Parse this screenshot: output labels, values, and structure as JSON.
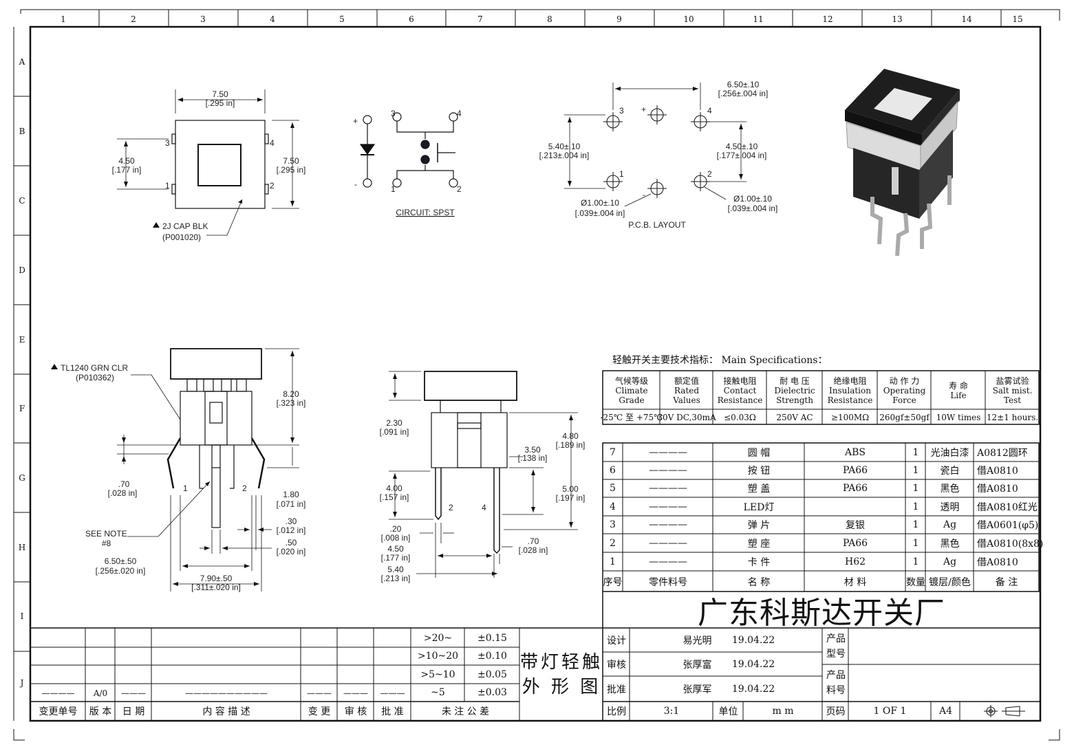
{
  "zones": {
    "columns": [
      "1",
      "2",
      "3",
      "4",
      "5",
      "6",
      "7",
      "8",
      "9",
      "10",
      "11",
      "12",
      "13",
      "14",
      "15"
    ],
    "rows": [
      "A",
      "B",
      "C",
      "D",
      "E",
      "F",
      "G",
      "H",
      "I",
      "J"
    ]
  },
  "top_view": {
    "width_mm": "7.50",
    "width_in": "[.295 in]",
    "height_mm": "7.50",
    "height_in": "[.295 in]",
    "pitch_mm": "4.50",
    "pitch_in": "[.177 in]",
    "pin3": "3",
    "pin4": "4",
    "pin1": "1",
    "pin2": "2",
    "cap_label": "2J CAP BLK",
    "cap_code": "(P001020)"
  },
  "circuit": {
    "plus": "+",
    "minus": "-",
    "pin3": "3",
    "pin4": "4",
    "pin1": "1",
    "pin2": "2",
    "caption": "CIRCUIT: SPST"
  },
  "pcb": {
    "w_mm": "6.50±.10",
    "w_in": "[.256±.004 in]",
    "h_mm": "5.40±.10",
    "h_in": "[.213±.004 in]",
    "v_mm": "4.50±.10",
    "v_in": "[.177±.004 in]",
    "hole_l_mm": "Ø1.00±.10",
    "hole_l_in": "[.039±.004 in]",
    "hole_r_mm": "Ø1.00±.10",
    "hole_r_in": "[.039±.004 in]",
    "p3": "3",
    "plus": "+",
    "p4": "4",
    "p1": "1",
    "minus": "-",
    "p2": "2",
    "caption": "P.C.B. LAYOUT"
  },
  "front_view": {
    "clr_label": "TL1240 GRN CLR",
    "clr_code": "(P010362)",
    "h_mm": "8.20",
    "h_in": "[.323 in]",
    "s_mm": ".70",
    "s_in": "[.028 in]",
    "l_mm": "1.80",
    "l_in": "[.071 in]",
    "t_mm": ".30",
    "t_in": "[.012 in]",
    "p_mm": ".50",
    "p_in": "[.020 in]",
    "note": "SEE NOTE",
    "note_no": "#8",
    "w1_mm": "6.50±.50",
    "w1_in": "[.256±.020 in]",
    "w2_mm": "7.90±.50",
    "w2_in": "[.311±.020 in]",
    "pin1": "1",
    "pin2": "2"
  },
  "side_view": {
    "a_mm": "2.30",
    "a_in": "[.091 in]",
    "b_mm": "4.80",
    "b_in": "[.189 in]",
    "c_mm": "3.50",
    "c_in": "[.138 in]",
    "d_mm": "4.00",
    "d_in": "[.157 in]",
    "e_mm": "5.00",
    "e_in": "[.197 in]",
    "f_mm": ".20",
    "f_in": "[.008 in]",
    "g_mm": "4.50",
    "g_in": "[.177 in]",
    "h_mm": "5.40",
    "h_in": "[.213 in]",
    "i_mm": ".70",
    "i_in": "[.028 in]",
    "pin2": "2",
    "pin4": "4"
  },
  "specs": {
    "heading": "轻触开关主要技术指标：    Main Specifications：",
    "columns": [
      {
        "l1": "气候等级",
        "l2": "Climate",
        "l3": "Grade",
        "value": "-25℃ 至 +75℃"
      },
      {
        "l1": "额定值",
        "l2": "Rated",
        "l3": "Values",
        "value": "30V DC,30mA"
      },
      {
        "l1": "接触电阻",
        "l2": "Contact",
        "l3": "Resistance",
        "value": "≤0.03Ω"
      },
      {
        "l1": "耐 电 压",
        "l2": "Dielectric",
        "l3": "Strength",
        "value": "250V AC"
      },
      {
        "l1": "绝缘电阻",
        "l2": "Insulation",
        "l3": "Resistance",
        "value": "≥100MΩ"
      },
      {
        "l1": "动 作 力",
        "l2": "Operating",
        "l3": "Force",
        "value": "260gf±50gf"
      },
      {
        "l1": "寿  命",
        "l2": "Life",
        "l3": "",
        "value": "10W times"
      },
      {
        "l1": "盐雾试验",
        "l2": "Salt mist.",
        "l3": "Test",
        "value": "12±1 hours."
      }
    ]
  },
  "bom": {
    "rows": [
      {
        "no": "7",
        "part": "————",
        "name": "圆  帽",
        "material": "ABS",
        "qty": "1",
        "finish": "光油白漆",
        "remark": "A0812圆环"
      },
      {
        "no": "6",
        "part": "————",
        "name": "按  钮",
        "material": "PA66",
        "qty": "1",
        "finish": "瓷白",
        "remark": "借A0810"
      },
      {
        "no": "5",
        "part": "————",
        "name": "塑  盖",
        "material": "PA66",
        "qty": "1",
        "finish": "黑色",
        "remark": "借A0810"
      },
      {
        "no": "4",
        "part": "————",
        "name": "LED灯",
        "material": "",
        "qty": "1",
        "finish": "透明",
        "remark": "借A0810红光"
      },
      {
        "no": "3",
        "part": "————",
        "name": "弹  片",
        "material": "复银",
        "qty": "1",
        "finish": "Ag",
        "remark": "借A0601(φ5)"
      },
      {
        "no": "2",
        "part": "————",
        "name": "塑  座",
        "material": "PA66",
        "qty": "1",
        "finish": "黑色",
        "remark": "借A0810(8x8)"
      },
      {
        "no": "1",
        "part": "————",
        "name": "卡  件",
        "material": "H62",
        "qty": "1",
        "finish": "Ag",
        "remark": "借A0810"
      }
    ],
    "header": {
      "no": "序号",
      "part": "零件料号",
      "name": "名  称",
      "material": "材  料",
      "qty": "数量",
      "finish": "镀层/颜色",
      "remark": "备  注"
    }
  },
  "company": "广东科斯达开关厂",
  "title_block": {
    "drawing_name_l1": "带灯轻触",
    "drawing_name_l2": "外 形 图",
    "design_label": "设计",
    "design_name": "易光明",
    "design_date": "19.04.22",
    "check_label": "审核",
    "check_name": "张厚富",
    "check_date": "19.04.22",
    "approve_label": "批准",
    "approve_name": "张厚军",
    "approve_date": "19.04.22",
    "model_label": "产品型号",
    "part_label": "产品料号",
    "scale_label": "比例",
    "scale": "3:1",
    "unit_label": "单位",
    "unit": "m m",
    "page_label": "页码",
    "page": "1 OF 1",
    "size": "A4"
  },
  "tolerance": {
    "rows": [
      {
        "range": ">20~",
        "tol": "±0.15"
      },
      {
        "range": ">10~20",
        "tol": "±0.10"
      },
      {
        "range": ">5~10",
        "tol": "±0.05"
      },
      {
        "range": "~5",
        "tol": "±0.03"
      }
    ],
    "caption": "未 注 公 差"
  },
  "revision": {
    "headers": [
      "变更单号",
      "版 本",
      "日 期",
      "内 容 描 述",
      "变 更",
      "审 核",
      "批 准"
    ],
    "row": [
      "————",
      "A/0",
      "———",
      "——————————",
      "———",
      "———",
      "———"
    ]
  }
}
